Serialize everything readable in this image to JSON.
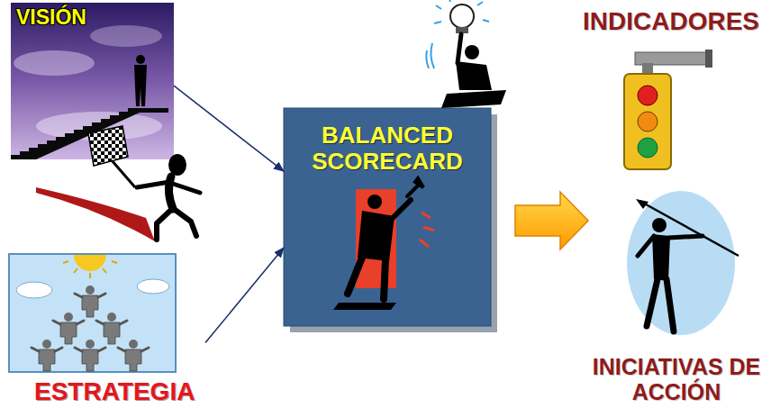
{
  "diagram": {
    "nodes": [
      {
        "text": [
          "VISIÓN"
        ]
      },
      {
        "text": [
          "ESTRATEGIA"
        ]
      },
      {
        "text": [
          "BALANCED SCORECARD"
        ]
      },
      {
        "text": [
          "INDICADORES"
        ]
      },
      {
        "text": [
          "INICIATIVAS DE ACCIÓN"
        ]
      }
    ],
    "edges": [
      {
        "from": 0,
        "to": 2,
        "arrow": "to"
      },
      {
        "from": 1,
        "to": 2,
        "arrow": "to"
      }
    ]
  }
}
